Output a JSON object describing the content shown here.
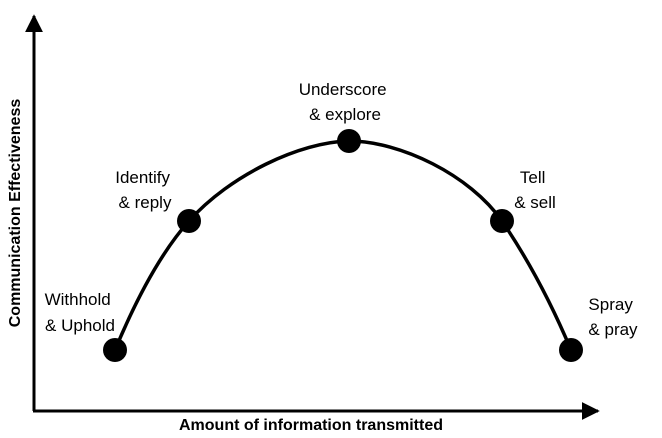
{
  "diagram": {
    "x_axis_label": "Amount of information transmitted",
    "y_axis_label": "Communication Effectiveness",
    "colors": {
      "line": "#000000",
      "point": "#000000",
      "background": "#ffffff"
    },
    "points": [
      {
        "id": "withhold",
        "line1": "Withhold",
        "line2": "& Uphold"
      },
      {
        "id": "identify",
        "line1": "Identify",
        "line2": "& reply"
      },
      {
        "id": "underscore",
        "line1": "Underscore",
        "line2": "& explore"
      },
      {
        "id": "tell",
        "line1": "Tell",
        "line2": "& sell"
      },
      {
        "id": "spray",
        "line1": "Spray",
        "line2": "& pray"
      }
    ]
  }
}
